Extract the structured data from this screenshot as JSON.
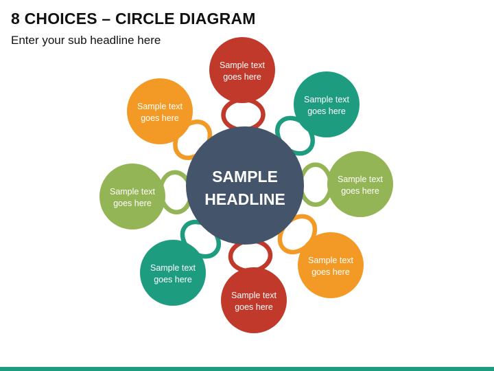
{
  "slide": {
    "title": "8 CHOICES – CIRCLE DIAGRAM",
    "subtitle": "Enter your sub headline here"
  },
  "center": {
    "line1": "SAMPLE",
    "line2": "HEADLINE",
    "color": "#44546a"
  },
  "choices": [
    {
      "line1": "Sample text",
      "line2": "goes here",
      "color": "#c0392b"
    },
    {
      "line1": "Sample text",
      "line2": "goes here",
      "color": "#1e9c80"
    },
    {
      "line1": "Sample text",
      "line2": "goes here",
      "color": "#93b555"
    },
    {
      "line1": "Sample text",
      "line2": "goes here",
      "color": "#f39a26"
    },
    {
      "line1": "Sample text",
      "line2": "goes here",
      "color": "#c0392b"
    },
    {
      "line1": "Sample text",
      "line2": "goes here",
      "color": "#1e9c80"
    },
    {
      "line1": "Sample text",
      "line2": "goes here",
      "color": "#93b555"
    },
    {
      "line1": "Sample text",
      "line2": "goes here",
      "color": "#f39a26"
    }
  ],
  "bottom_bar_color": "#1e9c80"
}
